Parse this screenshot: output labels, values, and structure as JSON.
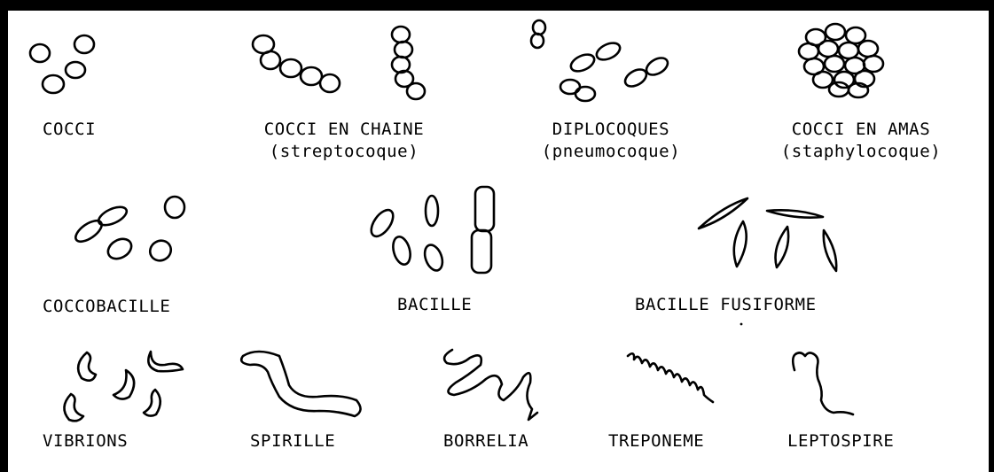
{
  "labels": {
    "cocci": "COCCI",
    "cocci_en_chaine": "COCCI EN CHAINE",
    "streptocoque": "(streptocoque)",
    "diplocoques": "DIPLOCOQUES",
    "pneumocoque": "(pneumocoque)",
    "cocci_en_amas": "COCCI EN AMAS",
    "staphylocoque": "(staphylocoque)",
    "coccobacille": "COCCOBACILLE",
    "bacille": "BACILLE",
    "bacille_fusiforme": "BACILLE FUSIFORME",
    "vibrions": "VIBRIONS",
    "spirille": "SPIRILLE",
    "borrelia": "BORRELIA",
    "treponeme": "TREPONEME",
    "leptospire": "LEPTOSPIRE"
  }
}
